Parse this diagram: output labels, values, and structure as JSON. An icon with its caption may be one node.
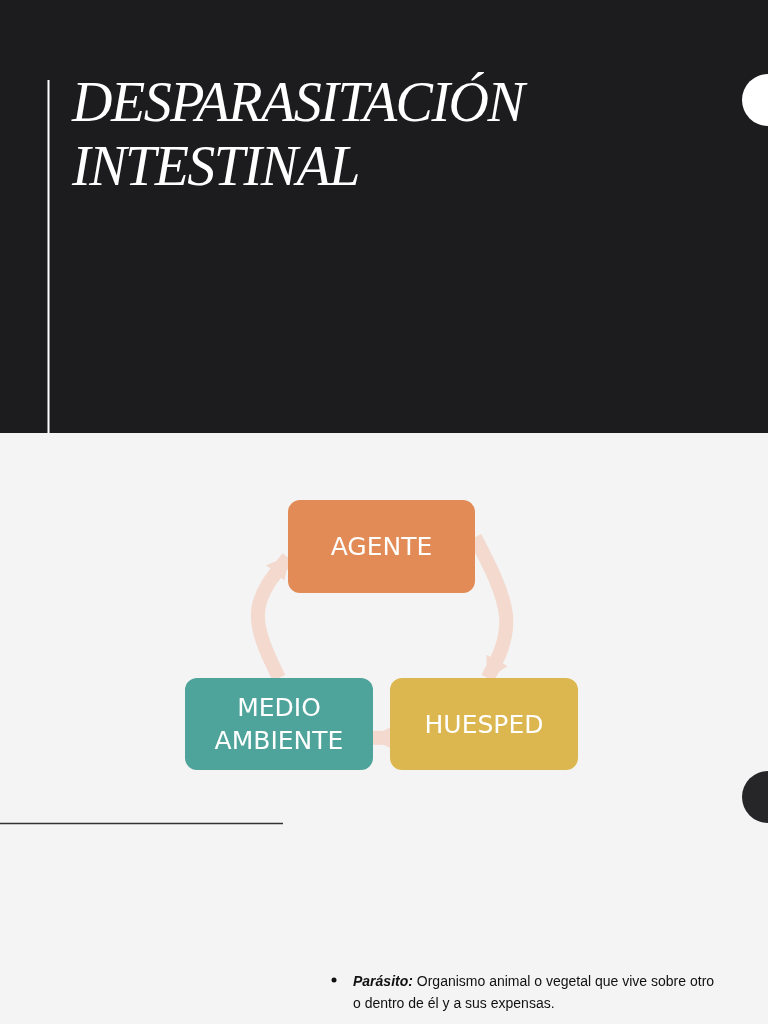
{
  "diagram": {
    "title": "DESPARASITACIÓN INTESTINAL",
    "nodes": [
      {
        "text": [
          "AGENTE"
        ]
      },
      {
        "text": [
          "HUESPED"
        ]
      },
      {
        "text": [
          "MEDIO AMBIENTE"
        ]
      }
    ],
    "edges": [
      {
        "from": 0,
        "to": 1,
        "arrow": "to"
      },
      {
        "from": 1,
        "to": 2,
        "arrow": "to"
      },
      {
        "from": 2,
        "to": 0,
        "arrow": "to"
      }
    ],
    "labels": [
      "**Parásito:** Organismo animal o vegetal que vive sobre otro o dentro de él y a sus expensas."
    ]
  }
}
